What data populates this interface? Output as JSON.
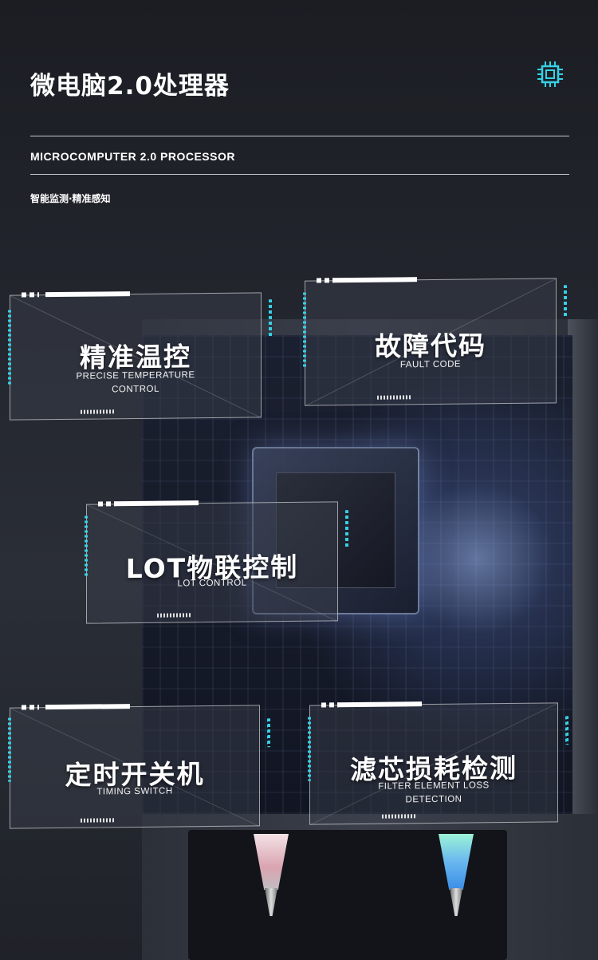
{
  "header": {
    "title": "微电脑2.0处理器",
    "subtitle": "MICROCOMPUTER 2.0 PROCESSOR",
    "tagline": "智能监测·精准感知",
    "icon": "cpu-chip-icon"
  },
  "colors": {
    "accent": "#37d0e6",
    "background": "#1d1f25"
  },
  "features": [
    {
      "cn": "精准温控",
      "en1": "PRECISE TEMPERATURE",
      "en2": "CONTROL"
    },
    {
      "cn": "故障代码",
      "en1": "FAULT CODE",
      "en2": ""
    },
    {
      "cn": "LOT物联控制",
      "en1": "LOT  CONTROL",
      "en2": ""
    },
    {
      "cn": "定时开关机",
      "en1": "TIMING SWITCH",
      "en2": ""
    },
    {
      "cn": "滤芯损耗检测",
      "en1": "FILTER ELEMENT LOSS",
      "en2": "DETECTION"
    }
  ]
}
